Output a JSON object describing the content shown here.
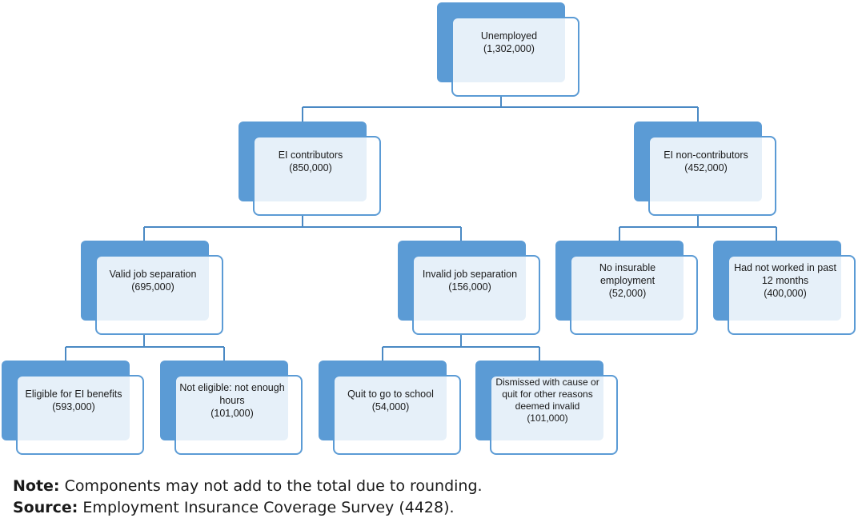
{
  "diagram": {
    "root": {
      "title": "Unemployed",
      "value": "(1,302,000)"
    },
    "contributors": {
      "title": "EI contributors",
      "value": "(850,000)"
    },
    "non_contributors": {
      "title": "EI non-contributors",
      "value": "(452,000)"
    },
    "valid_sep": {
      "title": "Valid job separation",
      "value": "(695,000)"
    },
    "invalid_sep": {
      "title": "Invalid job separation",
      "value": "(156,000)"
    },
    "no_insurable": {
      "title_1": "No insurable",
      "title_2": "employment",
      "value": "(52,000)"
    },
    "not_worked": {
      "title_1": "Had not worked in past",
      "title_2": "12 months",
      "value": "(400,000)"
    },
    "eligible": {
      "title": "Eligible for EI benefits",
      "value": "(593,000)"
    },
    "not_eligible": {
      "title_1": "Not eligible: not enough",
      "title_2": "hours",
      "value": "(101,000)"
    },
    "quit_school": {
      "title": "Quit to go to school",
      "value": "(54,000)"
    },
    "dismissed": {
      "title_1": "Dismissed with cause or",
      "title_2": "quit for other reasons",
      "title_3": "deemed invalid",
      "value": "(101,000)"
    }
  },
  "footer": {
    "note_label": "Note:",
    "note_text": " Components may not add to the total due to rounding.",
    "source_label": "Source:",
    "source_text": " Employment Insurance Coverage Survey (4428)."
  },
  "colors": {
    "accent": "#5b9bd5",
    "connector": "#4a89c4"
  }
}
